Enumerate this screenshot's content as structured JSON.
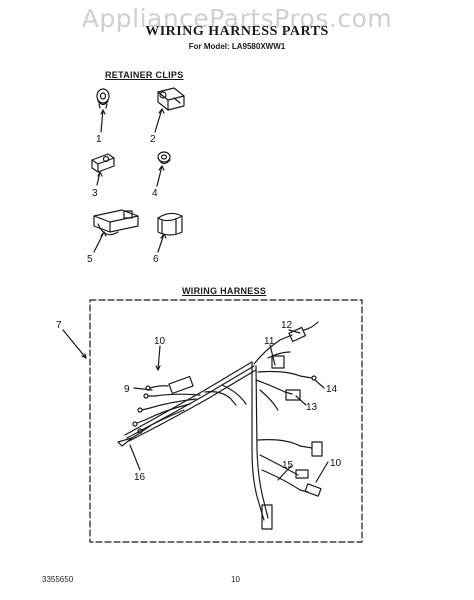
{
  "watermark": "AppliancePartsPros.com",
  "header": {
    "title": "WIRING HARNESS PARTS",
    "model_line": "For Model: LA9580XWW1"
  },
  "sections": {
    "retainer_clips": "RETAINER CLIPS",
    "wiring_harness": "WIRING HARNESS"
  },
  "callouts": {
    "clip_1": "1",
    "clip_2": "2",
    "clip_3": "3",
    "clip_4": "4",
    "clip_5": "5",
    "clip_6": "6",
    "harness_7": "7",
    "harness_9": "9",
    "harness_10a": "10",
    "harness_10b": "10",
    "harness_11": "11",
    "harness_12": "12",
    "harness_13": "13",
    "harness_14": "14",
    "harness_15": "15",
    "harness_16": "16"
  },
  "footer": {
    "doc_number": "3355650",
    "page_number": "10"
  }
}
